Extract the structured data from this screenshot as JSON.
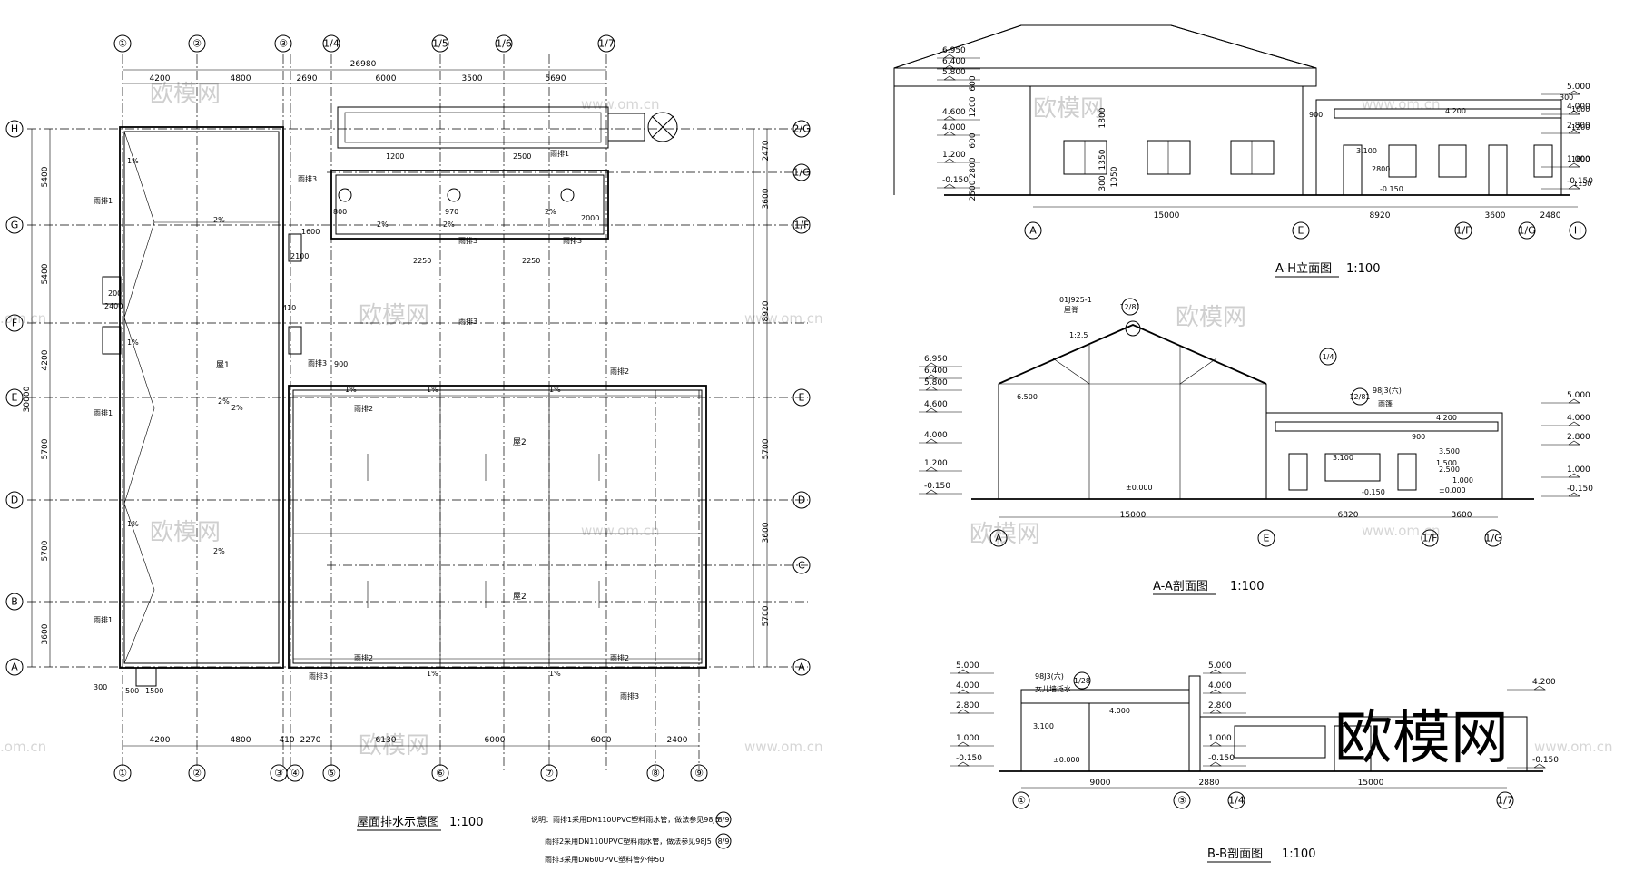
{
  "watermark": {
    "cn": "欧模网",
    "url": "www.om.cn",
    "url_edge": ".om.cn",
    "logo": "欧模网"
  },
  "plan": {
    "title": "屋面排水示意图",
    "scale": "1:100",
    "axes_top": [
      "①",
      "②",
      "③",
      "1/4",
      "1/5",
      "1/6",
      "1/7"
    ],
    "axes_bottom": [
      "①",
      "②",
      "③",
      "④",
      "⑤",
      "⑥",
      "⑦",
      "⑧",
      "⑨"
    ],
    "axes_left": [
      "H",
      "G",
      "F",
      "E",
      "D",
      "B",
      "A"
    ],
    "axes_right": [
      "2/G",
      "1/G",
      "1/F",
      "E",
      "D",
      "C",
      "A"
    ],
    "dims_top": [
      "4200",
      "4800",
      "2690",
      "6000",
      "3500",
      "5690"
    ],
    "dim_total_top": "26980",
    "dims_bottom": [
      "4200",
      "4800",
      "410",
      "2270",
      "6130",
      "6000",
      "6000",
      "2400"
    ],
    "dims_left": [
      "5400",
      "5400",
      "4200",
      "5700",
      "5700",
      "3600"
    ],
    "dim_total_left": "30000",
    "dims_right": [
      "2470",
      "3600",
      "8920",
      "5700",
      "3600",
      "5700"
    ],
    "roof_labels": [
      "屋1",
      "屋2",
      "屋2"
    ],
    "slope": "2%",
    "slope_small": "1%",
    "drain_labels": [
      "雨排1",
      "雨排2",
      "雨排3"
    ],
    "misc_dims": [
      "1200",
      "2500",
      "2000",
      "2250",
      "2250",
      "970",
      "800",
      "900",
      "2100",
      "1600",
      "2400",
      "200",
      "300",
      "1500",
      "500",
      "410"
    ],
    "notes": [
      "说明：雨排1采用DN110UPVC塑料雨水管，做法参见98J5",
      "雨排2采用DN110UPVC塑料雨水管，做法参见98J5",
      "雨排3采用DN60UPVC塑料管外伸50"
    ],
    "note_refs": [
      "8/9",
      "8/9"
    ]
  },
  "elevation": {
    "title": "A-H立面图",
    "scale": "1:100",
    "axes": [
      "A",
      "E",
      "1/F",
      "1/G",
      "H"
    ],
    "dims": [
      "15000",
      "8920",
      "3600",
      "2480"
    ],
    "levels_left": [
      "6.950",
      "6.400",
      "5.800",
      "4.600",
      "4.000",
      "1.200",
      "-0.150"
    ],
    "levels_right": [
      "5.000",
      "4.000",
      "2.800",
      "1.000",
      "-0.150"
    ],
    "heights_left": [
      "600",
      "1200",
      "600",
      "2800",
      "2500",
      "1800",
      "1350",
      "300",
      "1050"
    ],
    "misc": [
      "900",
      "4.200",
      "3.100",
      "-0.150",
      "2800",
      "1150",
      "1800",
      "1200",
      "1000",
      "300"
    ]
  },
  "section_aa": {
    "title": "A-A剖面图",
    "scale": "1:100",
    "axes": [
      "A",
      "E",
      "1/F",
      "1/G"
    ],
    "dims": [
      "15000",
      "6820",
      "3600"
    ],
    "levels_left": [
      "6.950",
      "6.400",
      "5.800",
      "4.600",
      "4.000",
      "1.200",
      "-0.150"
    ],
    "levels_right": [
      "5.000",
      "4.000",
      "2.800",
      "1.000",
      "-0.150"
    ],
    "ref_top": "01J925-1",
    "ref_top_sub": "屋脊",
    "ref_top_no": "12/81",
    "ref_circle": "1/4",
    "ref_98": "98J3(六)",
    "ref_98_no": "12/81",
    "ref_98_sub": "雨篷",
    "misc": [
      "6.500",
      "±0.000",
      "3.100",
      "4.200",
      "3.500",
      "2.500",
      "1.000",
      "900",
      "-0.150",
      "1.500",
      "±0.000",
      "1:2.5"
    ]
  },
  "section_bb": {
    "title": "B-B剖面图",
    "scale": "1:100",
    "axes": [
      "①",
      "③",
      "1/4",
      "1/7"
    ],
    "dims": [
      "9000",
      "2880",
      "15000"
    ],
    "ref": "98J3(六)",
    "ref_sub": "女儿墙泛水",
    "ref_no": "1/28",
    "levels_left": [
      "5.000",
      "4.000",
      "2.800",
      "1.000",
      "-0.150"
    ],
    "levels_mid": [
      "5.000",
      "4.000",
      "2.800",
      "1.000",
      "-0.150"
    ],
    "levels_right": [
      "4.200",
      "-0.150"
    ],
    "misc": [
      "3.100",
      "4.000",
      "±0.000"
    ]
  }
}
